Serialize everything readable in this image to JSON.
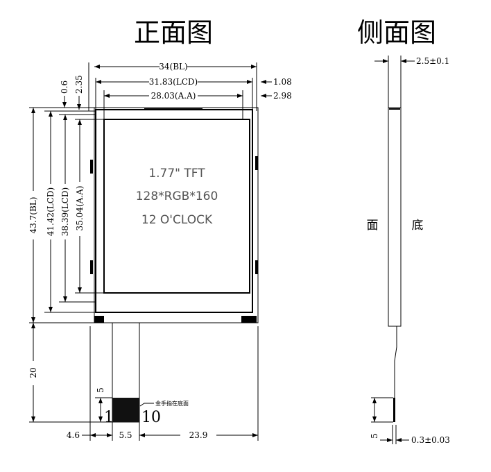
{
  "titles": {
    "front": "正面图",
    "side": "侧面图"
  },
  "screen_text": {
    "line1": "1.77\" TFT",
    "line2": "128*RGB*160",
    "line3": "12 O'CLOCK"
  },
  "front_dims": {
    "bl_width": "34(BL)",
    "lcd_width": "31.83(LCD)",
    "aa_width": "28.03(A.A)",
    "right_lcd": "1.08",
    "right_aa": "2.98",
    "top_lcd": "0.6",
    "top_aa": "2.35",
    "bl_height": "43.7(BL)",
    "lcd_height": "41.42(LCD)",
    "aa_height": "38.39(LCD)",
    "aa_height2": "35.04(A.A)",
    "fpc_length": "20",
    "finger_length": "5",
    "left_offset": "4.6",
    "fpc_width": "5.5",
    "right_offset": "23.9",
    "pin_first": "1",
    "pin_last": "10",
    "finger_note": "金手指在底面"
  },
  "side_dims": {
    "thickness": "2.5±0.1",
    "fpc_thickness": "0.3±0.03",
    "finger_length": "5",
    "face_label": "面",
    "bottom_label": "底"
  }
}
